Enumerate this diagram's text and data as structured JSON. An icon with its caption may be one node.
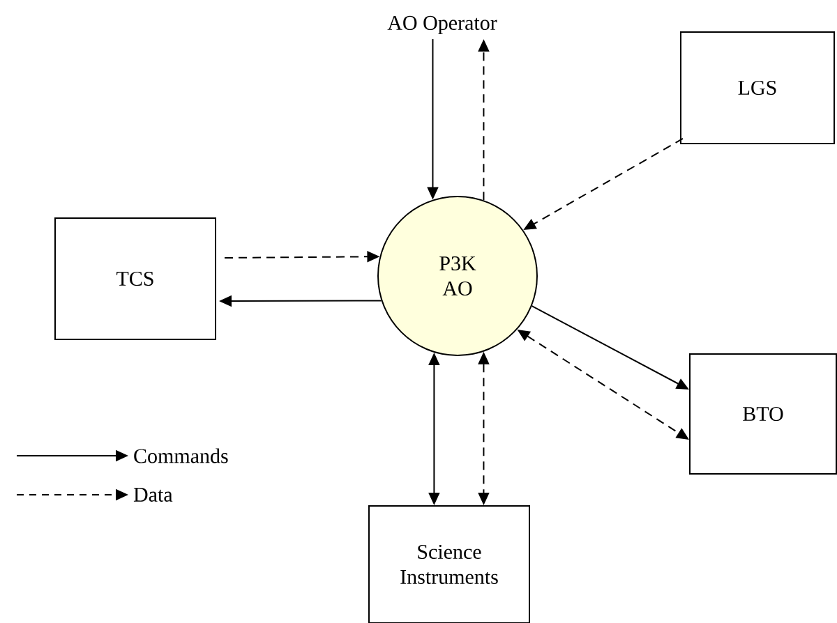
{
  "diagram": {
    "nodes": [
      {
        "text": [
          "AO Operator"
        ]
      },
      {
        "text": [
          "LGS"
        ]
      },
      {
        "text": [
          "TCS"
        ]
      },
      {
        "text": [
          "P3K AO"
        ]
      },
      {
        "text": [
          "BTO"
        ]
      },
      {
        "text": [
          "Science Instruments"
        ]
      }
    ],
    "edges": [
      {
        "from": 0,
        "to": 3,
        "arrow": "to"
      },
      {
        "from": 3,
        "to": 0,
        "arrow": "to",
        "style": "dashed"
      },
      {
        "from": 1,
        "to": 3,
        "arrow": "to",
        "style": "dashed"
      },
      {
        "from": 2,
        "to": 3,
        "arrow": "to",
        "style": "dashed"
      },
      {
        "from": 3,
        "to": 2,
        "arrow": "to"
      },
      {
        "from": 3,
        "to": 4,
        "arrow": "to"
      },
      {
        "from": 3,
        "to": 4,
        "arrow": "both",
        "style": "dashed"
      },
      {
        "from": 3,
        "to": 5,
        "arrow": "both"
      },
      {
        "from": 3,
        "to": 5,
        "arrow": "both",
        "style": "dashed"
      }
    ],
    "legend": [
      {
        "text": "Commands"
      },
      {
        "text": "Data"
      }
    ]
  }
}
